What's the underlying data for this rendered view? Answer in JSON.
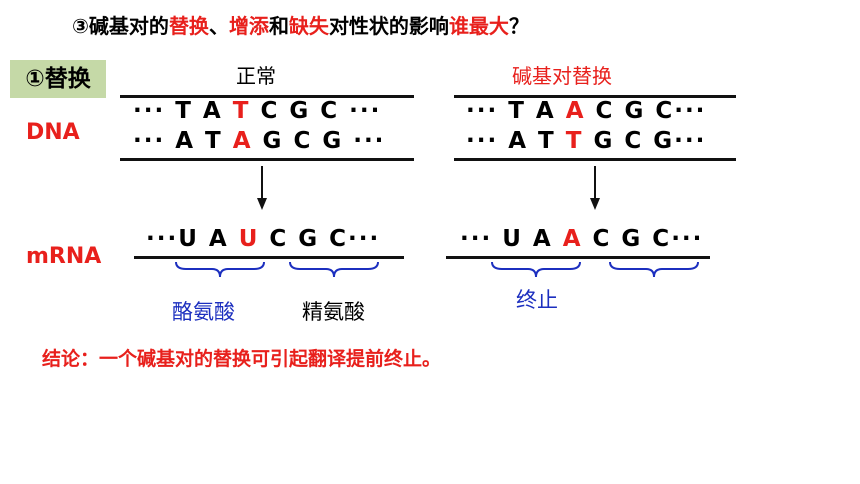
{
  "title": {
    "prefix": "③碱基对的",
    "w1": "替换",
    "sep": "、",
    "w2": "增添",
    "and": "和",
    "w3": "缺失",
    "middle": "对性状的影响",
    "w4": "谁最大",
    "suffix": "？"
  },
  "badge": "①替换",
  "row_labels": {
    "dna": "DNA",
    "mrna": "mRNA"
  },
  "normal": {
    "heading": "正常",
    "dna_top": {
      "pre": "··· T A ",
      "mut": "T",
      "post": " C G C ···"
    },
    "dna_bottom": {
      "pre": "··· A T ",
      "mut": "A",
      "post": " G C G ···"
    },
    "mrna": {
      "pre": "···U A ",
      "mut": "U",
      "post": " C G C···"
    },
    "amino_acids": [
      "酪氨酸",
      "精氨酸"
    ]
  },
  "mutant": {
    "heading": "碱基对替换",
    "dna_top": {
      "pre": "··· T A ",
      "mut": "A",
      "post": " C G C···"
    },
    "dna_bottom": {
      "pre": "··· A T ",
      "mut": "T",
      "post": " G C G···"
    },
    "mrna": {
      "pre": "··· U A ",
      "mut": "A",
      "post": " C G C···"
    },
    "amino_acids": [
      "终止"
    ]
  },
  "conclusion": "结论：一个碱基对的替换可引起翻译提前终止。",
  "colors": {
    "mutation": "#e8201c",
    "brace": "#1c2fbf",
    "badge": "#c5d9a7"
  }
}
